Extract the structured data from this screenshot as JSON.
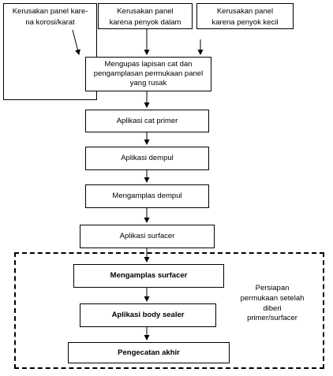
{
  "inputs": [
    {
      "lines": [
        "Kerusakan panel kare-",
        "na korosi/karat"
      ]
    },
    {
      "lines": [
        "Kerusakan panel",
        "karena penyok dalam"
      ]
    },
    {
      "lines": [
        "Kerusakan panel",
        "karena penyok kecil"
      ]
    }
  ],
  "steps": [
    {
      "label": "Mengupas lapisan cat dan pengamplasan permukaan panel yang rusak"
    },
    {
      "label": "Aplikasi cat primer"
    },
    {
      "label": "Aplikasi dempul"
    },
    {
      "label": "Mengamplas dempul"
    },
    {
      "label": "Aplikasi surfacer"
    },
    {
      "label": "Mengamplas surfacer"
    },
    {
      "label": "Aplikasi body sealer"
    },
    {
      "label": "Pengecatan akhir"
    }
  ],
  "group": {
    "lines": [
      "Persiapan",
      "permukaan setelah",
      "diberi",
      "primer/surfacer"
    ]
  }
}
